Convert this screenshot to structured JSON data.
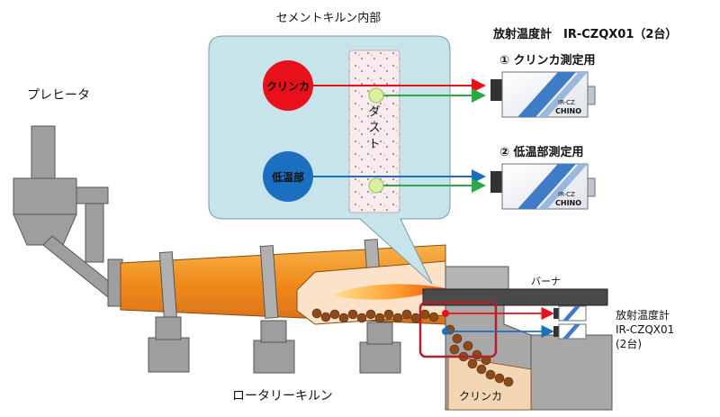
{
  "labels": {
    "kiln_inside_title": "セメントキルン内部",
    "preheater": "プレヒータ",
    "rotary_kiln": "ロータリーキルン",
    "burner": "バーナ",
    "clinker_bottom": "クリンカ",
    "clinker_circle": "クリンカ",
    "low_temp_circle": "低温部",
    "dust": "ダスト"
  },
  "thermometer": {
    "header": "放射温度計　IR-CZQX01（2台）",
    "unit1_label": "① クリンカ測定用",
    "unit2_label": "② 低温部測定用",
    "device_model": "IR-CZ",
    "device_brand": "CHINO",
    "small_label_line1": "放射温度計",
    "small_label_line2": "IR-CZQX01",
    "small_label_line3": "(2台)"
  },
  "colors": {
    "clinker_red": "#e8101a",
    "low_temp_blue": "#1a6fc0",
    "green_path": "#2aa84a",
    "bubble_fill": "#c6e4ea",
    "kiln_orange": "#f08a1e",
    "highlight_box": "#b0222a"
  }
}
